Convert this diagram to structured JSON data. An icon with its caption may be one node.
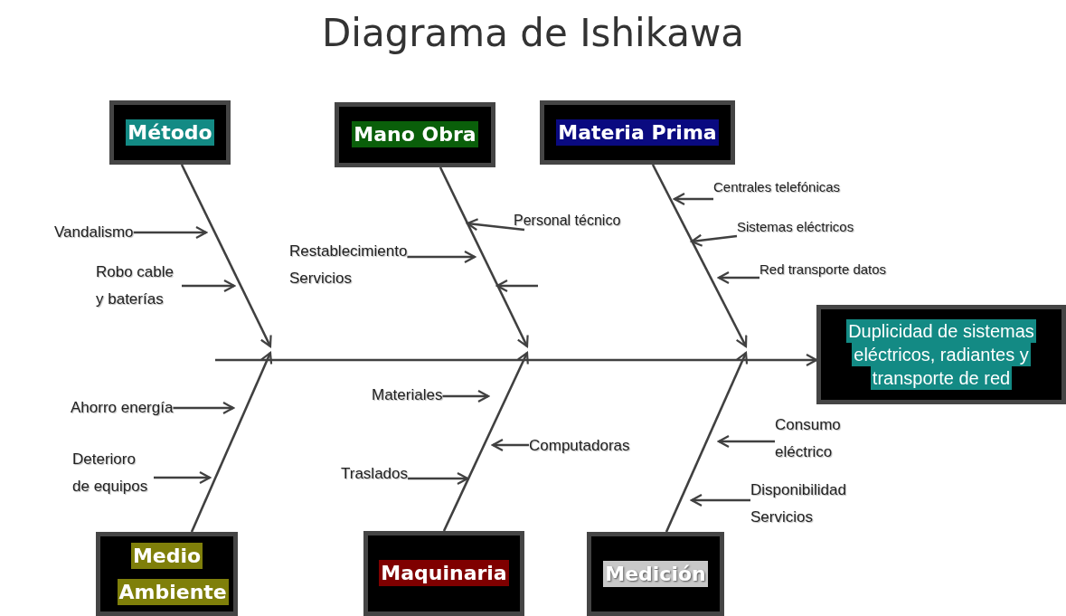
{
  "diagram": {
    "title": "Diagrama de Ishikawa",
    "nodes": [
      {
        "text": [
          "Método"
        ]
      },
      {
        "text": [
          "Mano Obra"
        ]
      },
      {
        "text": [
          "Materia Prima"
        ]
      },
      {
        "text": [
          "Vandalismo"
        ]
      },
      {
        "text": [
          "Personal técnico"
        ]
      },
      {
        "text": [
          "Centrales telefónicas"
        ]
      },
      {
        "text": [
          "Restablecimiento Servicios"
        ]
      },
      {
        "text": [
          "Sistemas eléctricos"
        ]
      },
      {
        "text": [
          "Robo cable y baterías"
        ]
      },
      {
        "text": [
          "Red transporte datos"
        ]
      },
      {
        "text": [
          "Duplicidad de sistemas eléctricos, radiantes y transporte de red"
        ]
      },
      {
        "text": [
          "Ahorro energía"
        ]
      },
      {
        "text": [
          "Materiales"
        ]
      },
      {
        "text": [
          "Consumo eléctrico"
        ]
      },
      {
        "text": [
          "Computadoras"
        ]
      },
      {
        "text": [
          "Deterioro de equipos"
        ]
      },
      {
        "text": [
          "Traslados"
        ]
      },
      {
        "text": [
          "Disponibilidad Servicios"
        ]
      },
      {
        "text": [
          "Medio Ambiente"
        ]
      },
      {
        "text": [
          "Maquinaria"
        ]
      },
      {
        "text": [
          "Medición"
        ]
      }
    ],
    "edges": [
      {
        "from": 0,
        "to": null,
        "arrow": "to"
      },
      {
        "from": 1,
        "to": null,
        "arrow": "to"
      },
      {
        "from": 2,
        "to": null,
        "arrow": "to"
      },
      {
        "from": 3,
        "to": null,
        "arrow": "to"
      },
      {
        "from": 8,
        "to": null,
        "arrow": "to"
      },
      {
        "from": 6,
        "to": null,
        "arrow": "to"
      },
      {
        "from": 4,
        "to": null,
        "arrow": "to"
      },
      {
        "from": 5,
        "to": null,
        "arrow": "to"
      },
      {
        "from": 7,
        "to": null,
        "arrow": "to"
      },
      {
        "from": 9,
        "to": null,
        "arrow": "to"
      },
      {
        "from": null,
        "to": 10,
        "arrow": "to"
      },
      {
        "from": 18,
        "to": null,
        "arrow": "to"
      },
      {
        "from": 19,
        "to": null,
        "arrow": "to"
      },
      {
        "from": 20,
        "to": null,
        "arrow": "to"
      },
      {
        "from": 11,
        "to": null,
        "arrow": "to"
      },
      {
        "from": 15,
        "to": null,
        "arrow": "to"
      },
      {
        "from": 12,
        "to": null,
        "arrow": "to"
      },
      {
        "from": 16,
        "to": null,
        "arrow": "to"
      },
      {
        "from": 14,
        "to": null,
        "arrow": "to"
      },
      {
        "from": 13,
        "to": null,
        "arrow": "to"
      },
      {
        "from": 17,
        "to": null,
        "arrow": "to"
      }
    ]
  }
}
